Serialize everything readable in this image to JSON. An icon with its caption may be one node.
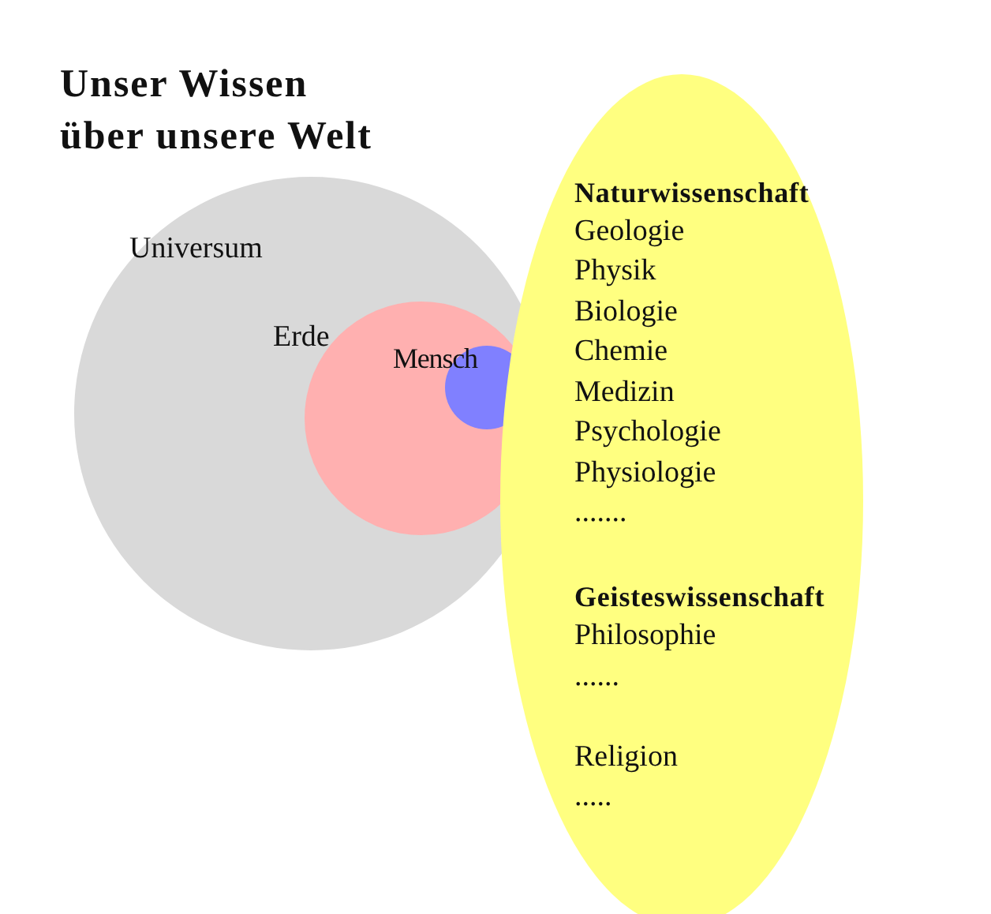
{
  "diagram": {
    "title": "Unser Wissen über unsere Welt",
    "nodes": [
      {
        "text": [
          "Universum"
        ]
      },
      {
        "text": [
          "Erde"
        ],
        "in": 0
      },
      {
        "text": [
          "Mensch"
        ],
        "in": 1
      },
      {
        "text": [
          "Naturwissenschaft",
          "Geologie",
          "Physik",
          "Biologie",
          "Chemie",
          "Medizin",
          "Psychologie",
          "Physiologie",
          ".......",
          "Geisteswissenschaft",
          "Philosophie",
          "......",
          "Religion",
          "....."
        ]
      }
    ]
  }
}
